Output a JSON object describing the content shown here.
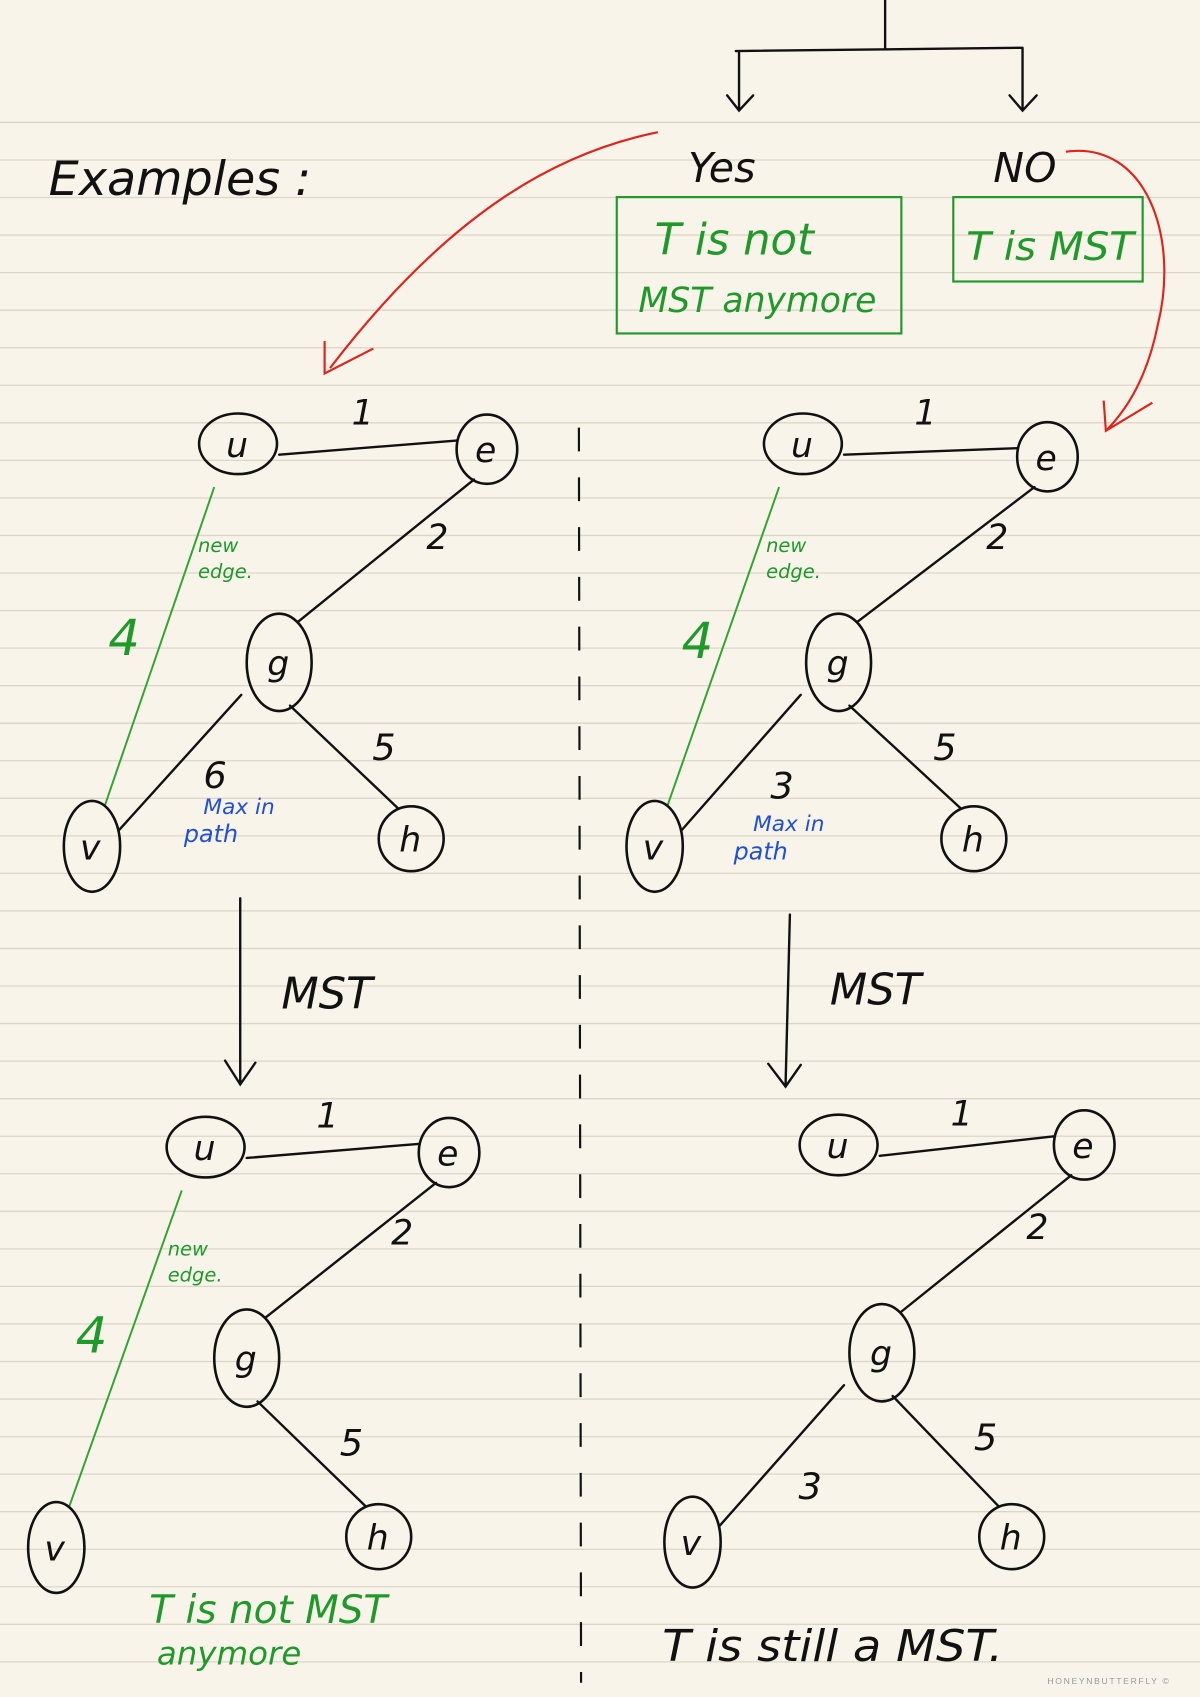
{
  "title": "Examples :",
  "branches": {
    "yes": "Yes",
    "no": "NO"
  },
  "boxes": {
    "yes_line1": "T is not",
    "yes_line2": "MST anymore",
    "no": "T is MST"
  },
  "graph_labels": {
    "u": "u",
    "e": "e",
    "g": "g",
    "v": "v",
    "h": "h"
  },
  "weights": {
    "ue": "1",
    "eg": "2",
    "gh": "5",
    "uv": "4",
    "gv_left": "6",
    "gv_right": "3"
  },
  "annotations": {
    "new_edge_1": "new",
    "new_edge_2": "edge.",
    "max_1": "Max in",
    "max_2": "path",
    "mst": "MST"
  },
  "conclusions": {
    "left_1": "T is not MST",
    "left_2": "anymore",
    "right": "T is still a MST."
  },
  "watermark": "HONEYNBUTTERFLY ©",
  "colors": {
    "paper": "#f8f4ea",
    "ink": "#111111",
    "green": "#1f9a2a",
    "blue": "#1f4fd8",
    "red": "#e0231c"
  }
}
